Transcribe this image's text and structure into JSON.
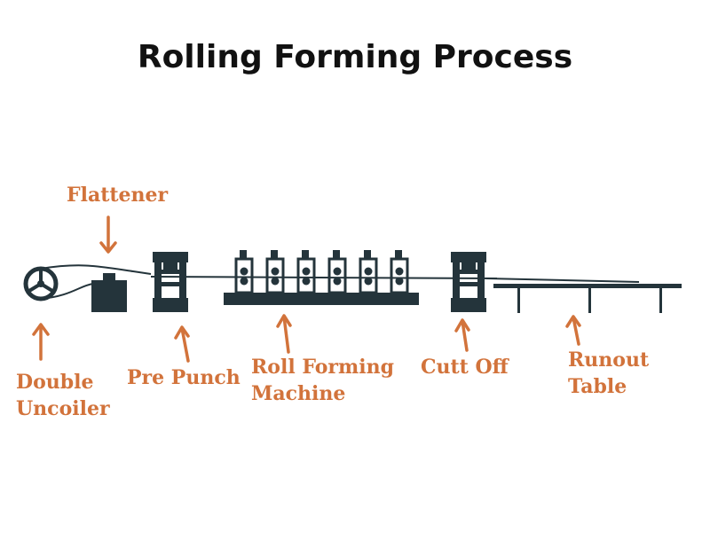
{
  "title": "Rolling Forming Process",
  "colors": {
    "machine": "#24343b",
    "label": "#d2733b",
    "title": "#111111",
    "background": "#ffffff"
  },
  "labels": {
    "flattener": "Flattener",
    "double_uncoiler": [
      "Double",
      "Uncoiler"
    ],
    "pre_punch": "Pre Punch",
    "roll_forming_machine": [
      "Roll Forming",
      "Machine"
    ],
    "cutt_off": "Cutt Off",
    "runout_table": [
      "Runout",
      "Table"
    ]
  }
}
